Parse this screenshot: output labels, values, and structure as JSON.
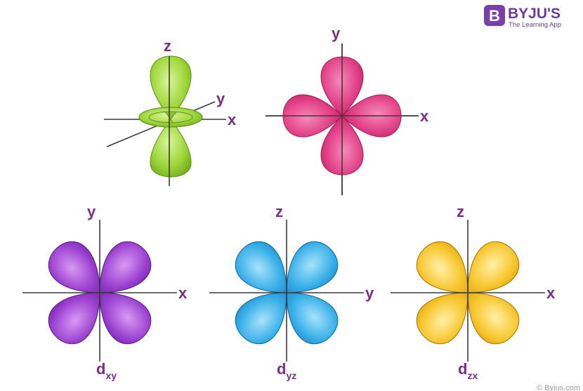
{
  "brand": {
    "name": "BYJU'S",
    "tagline": "The Learning App",
    "logo_letter": "B",
    "color": "#7b3fa8"
  },
  "copyright": "© Byjus.com",
  "label_color": "#7a2e86",
  "orbitals": [
    {
      "id": "dz2",
      "color": "#9fd63a",
      "axes": {
        "vertical": "z",
        "horizontal": "x",
        "diagonal": "y"
      },
      "caption": ""
    },
    {
      "id": "dx2-y2",
      "color": "#e23f86",
      "axes": {
        "vertical": "y",
        "horizontal": "x"
      },
      "caption": ""
    },
    {
      "id": "dxy",
      "color": "#9a3fd0",
      "axes": {
        "vertical": "y",
        "horizontal": "x"
      },
      "caption": {
        "main": "d",
        "sub": "xy"
      }
    },
    {
      "id": "dyz",
      "color": "#36aee8",
      "axes": {
        "vertical": "z",
        "horizontal": "y"
      },
      "caption": {
        "main": "d",
        "sub": "yz"
      }
    },
    {
      "id": "dzx",
      "color": "#f7c52a",
      "axes": {
        "vertical": "z",
        "horizontal": "x"
      },
      "caption": {
        "main": "d",
        "sub": "zx"
      }
    }
  ]
}
